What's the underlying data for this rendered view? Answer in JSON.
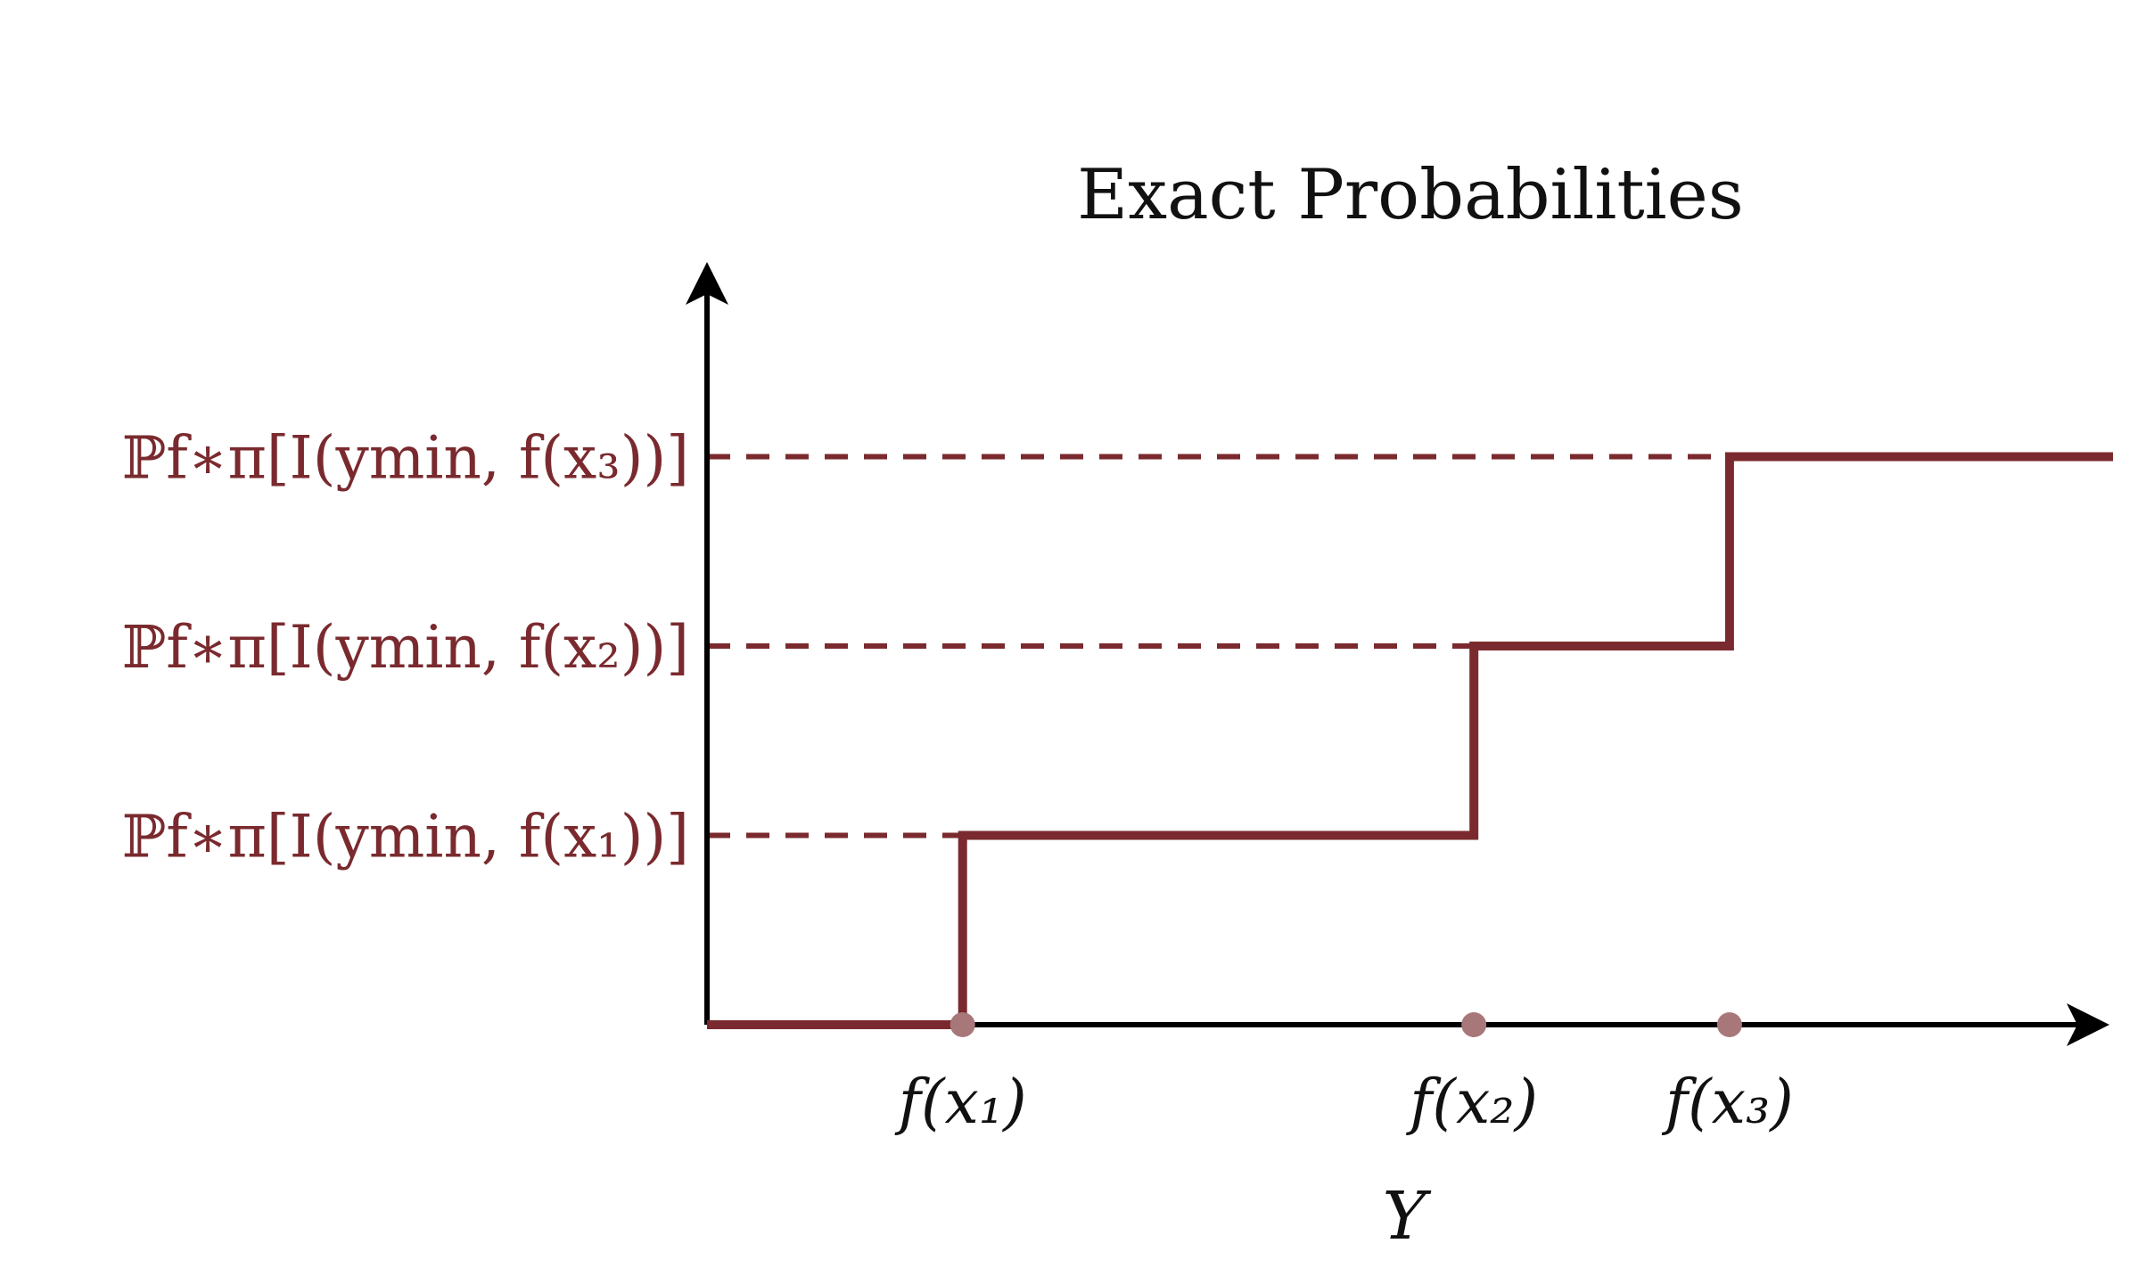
{
  "chart_data": {
    "type": "line",
    "title": "Exact Probabilities",
    "xlabel": "Y",
    "ylabel": "",
    "step": true,
    "grid": false,
    "legend": "none",
    "colors": {
      "step_line": "#7a2a2e",
      "markers": "#a8777a",
      "dashes": "#7a2a2e",
      "tick_labels_y": "#7a2a2e",
      "axes": "#000000"
    },
    "x_ticks": [
      {
        "name": "x1",
        "x": 1,
        "label": "f(x₁)"
      },
      {
        "name": "x2",
        "x": 3,
        "label": "f(x₂)"
      },
      {
        "name": "x3",
        "x": 4,
        "label": "f(x₃)"
      }
    ],
    "y_ticks": [
      {
        "name": "p1",
        "y": 1,
        "label": "ℙf∗π[I(ymin, f(x₁))]"
      },
      {
        "name": "p2",
        "y": 2,
        "label": "ℙf∗π[I(ymin, f(x₂))]"
      },
      {
        "name": "p3",
        "y": 3,
        "label": "ℙf∗π[I(ymin, f(x₃))]"
      }
    ],
    "series": [
      {
        "x": [
          0,
          1,
          1,
          3,
          3,
          4,
          4,
          5.5
        ],
        "y": [
          0,
          0,
          1,
          1,
          2,
          2,
          3,
          3
        ]
      }
    ],
    "xlim": [
      0,
      5.5
    ],
    "ylim": [
      0,
      4
    ]
  }
}
